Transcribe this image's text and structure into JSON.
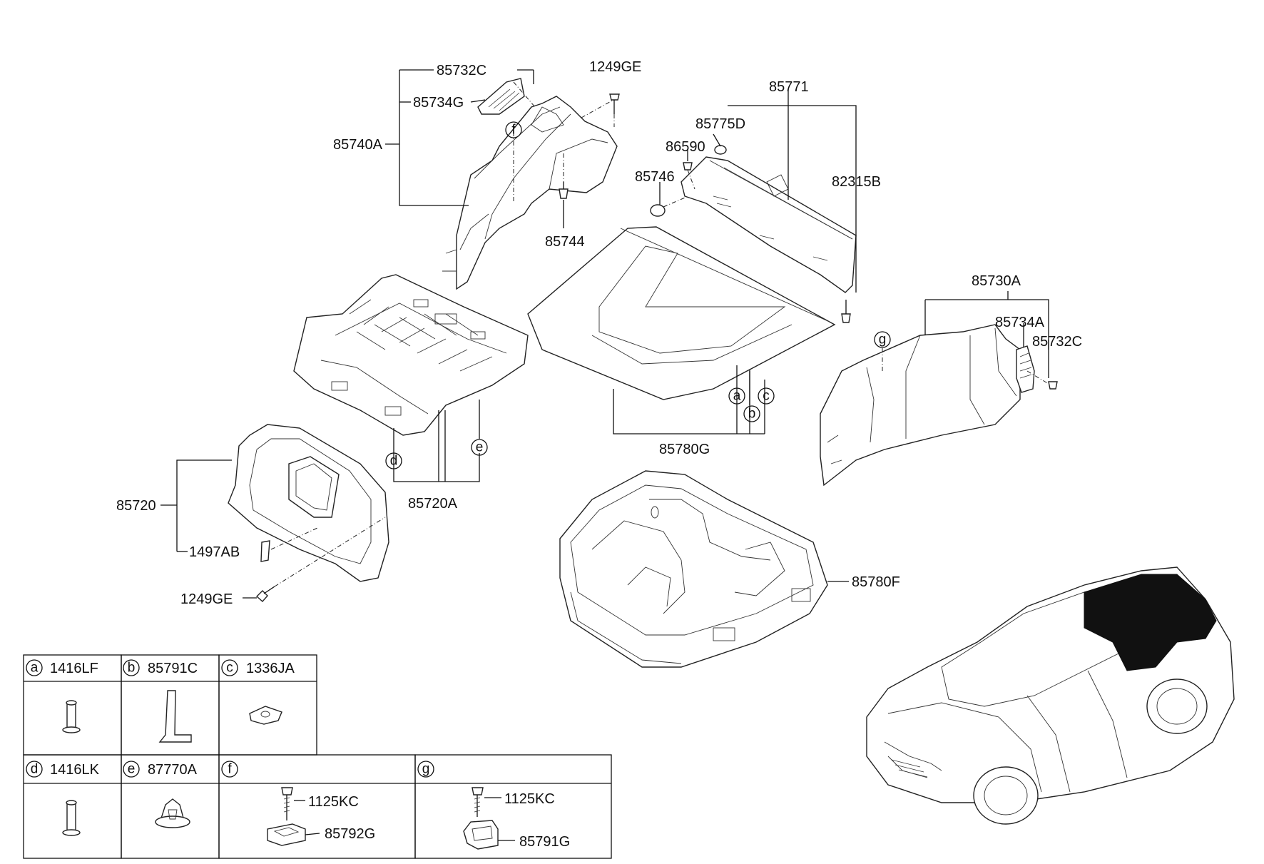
{
  "part_numbers": {
    "p85732C_top": "85732C",
    "p85734G": "85734G",
    "p85740A": "85740A",
    "p1249GE_top": "1249GE",
    "p85744": "85744",
    "p85771": "85771",
    "p85775D": "85775D",
    "p86590": "86590",
    "p85746": "85746",
    "p82315B": "82315B",
    "p85730A": "85730A",
    "p85734A": "85734A",
    "p85732C_right": "85732C",
    "p85780G": "85780G",
    "p85720A": "85720A",
    "p85720": "85720",
    "p1497AB": "1497AB",
    "p1249GE_bottom": "1249GE",
    "p85780F": "85780F"
  },
  "callouts": {
    "f": "f",
    "g": "g",
    "a": "a",
    "b": "b",
    "c": "c",
    "d": "d",
    "e": "e"
  },
  "legend": {
    "cells": [
      {
        "letter": "a",
        "part": "1416LF"
      },
      {
        "letter": "b",
        "part": "85791C"
      },
      {
        "letter": "c",
        "part": "1336JA"
      },
      {
        "letter": "d",
        "part": "1416LK"
      },
      {
        "letter": "e",
        "part": "87770A"
      },
      {
        "letter": "f",
        "part": ""
      },
      {
        "letter": "g",
        "part": ""
      }
    ],
    "f_screw": "1125KC",
    "f_bracket": "85792G",
    "g_screw": "1125KC",
    "g_bracket": "85791G"
  }
}
